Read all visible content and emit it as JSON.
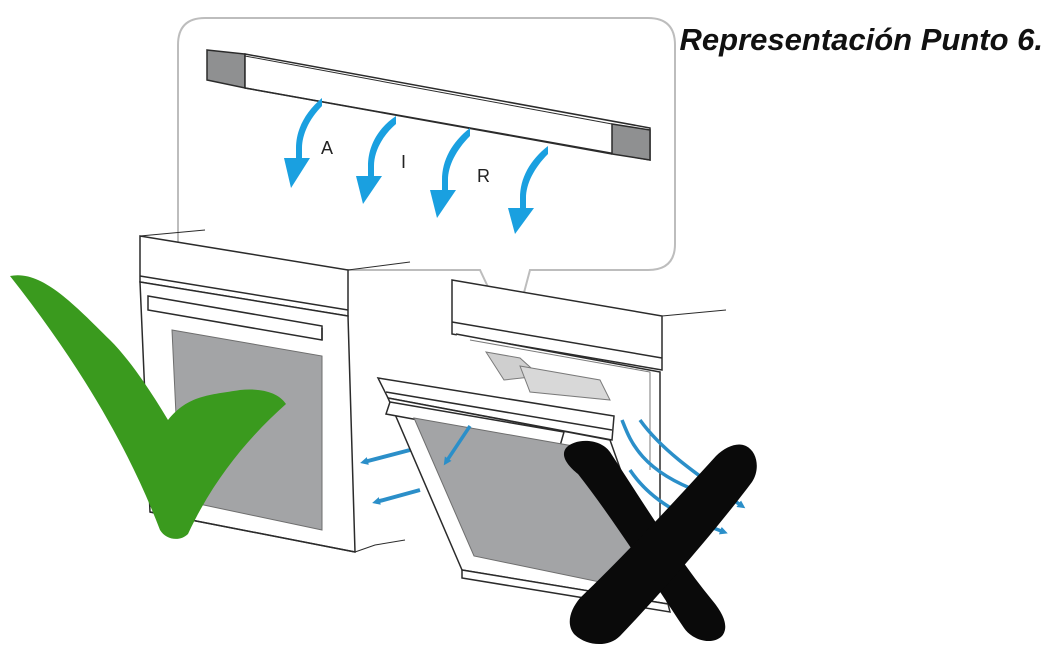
{
  "title": "Representación Punto 6.",
  "callout": {
    "air_letters": [
      "A",
      "I",
      "R"
    ]
  },
  "colors": {
    "correct_mark": "#3a9a1e",
    "wrong_mark": "#0a0a0a",
    "air_arrow": "#1aa0e0",
    "airflow_arrow": "#2b8fc9",
    "glass": "#a3a4a6",
    "outline": "#2b2b2b",
    "handle": "#8f9091"
  },
  "icons": {
    "correct": "check-icon",
    "wrong": "cross-icon"
  }
}
